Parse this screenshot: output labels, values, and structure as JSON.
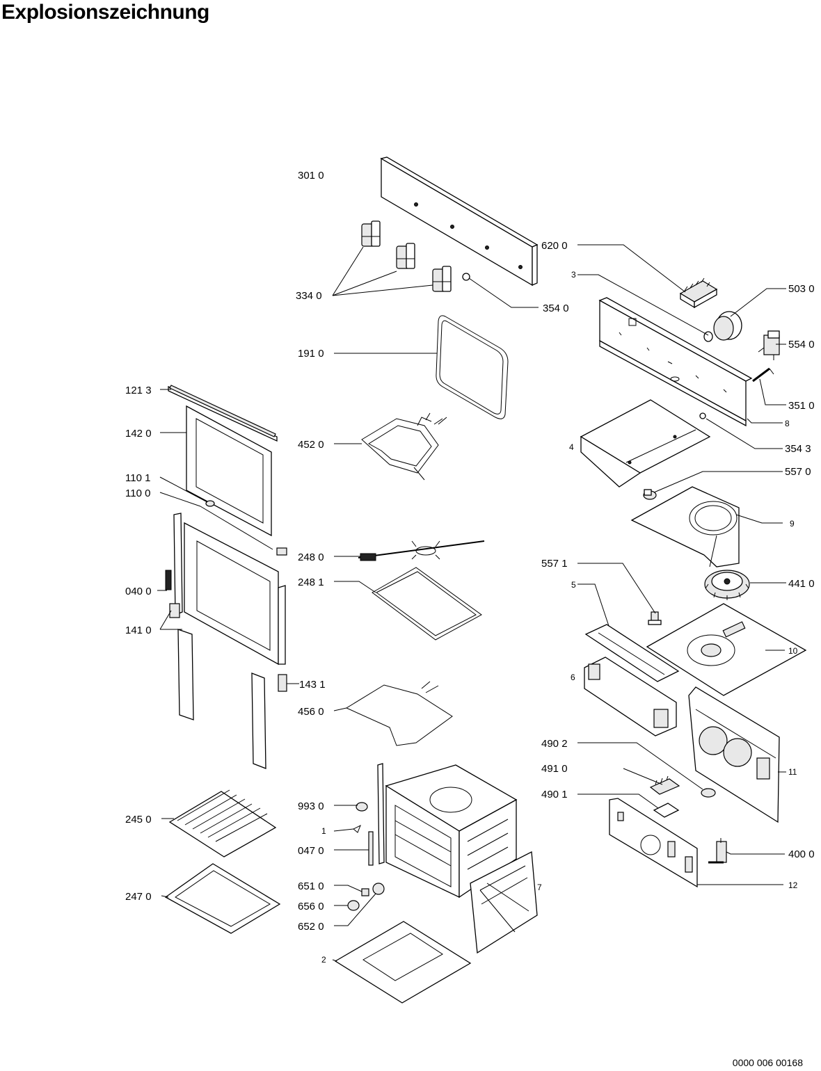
{
  "title": "Explosionszeichnung",
  "document_code": "0000 006 00168",
  "labels": {
    "p3010": "301 0",
    "p6200": "620 0",
    "p3": "3",
    "p5030": "503 0",
    "p3340": "334 0",
    "p3540": "354 0",
    "p5540": "554 0",
    "p1910": "191 0",
    "p3510": "351 0",
    "p1213": "121 3",
    "p8": "8",
    "p1420": "142 0",
    "p4520": "452 0",
    "p3543": "354 3",
    "p4": "4",
    "p5570": "557 0",
    "p1101": "110 1",
    "p1100": "110 0",
    "p9": "9",
    "p2480": "248 0",
    "p5571": "557 1",
    "p2481": "248 1",
    "p5": "5",
    "p4410": "441 0",
    "p0400": "040 0",
    "p1410": "141 0",
    "p10": "10",
    "p6": "6",
    "p1431": "143 1",
    "p4560": "456 0",
    "p4902": "490 2",
    "p4910": "491 0",
    "p11": "11",
    "p4901": "490 1",
    "p9930": "993 0",
    "p2450": "245 0",
    "p1": "1",
    "p0470": "047 0",
    "p4000": "400 0",
    "p12": "12",
    "p6510": "651 0",
    "p7": "7",
    "p2470": "247 0",
    "p6560": "656 0",
    "p6520": "652 0",
    "p2": "2"
  }
}
